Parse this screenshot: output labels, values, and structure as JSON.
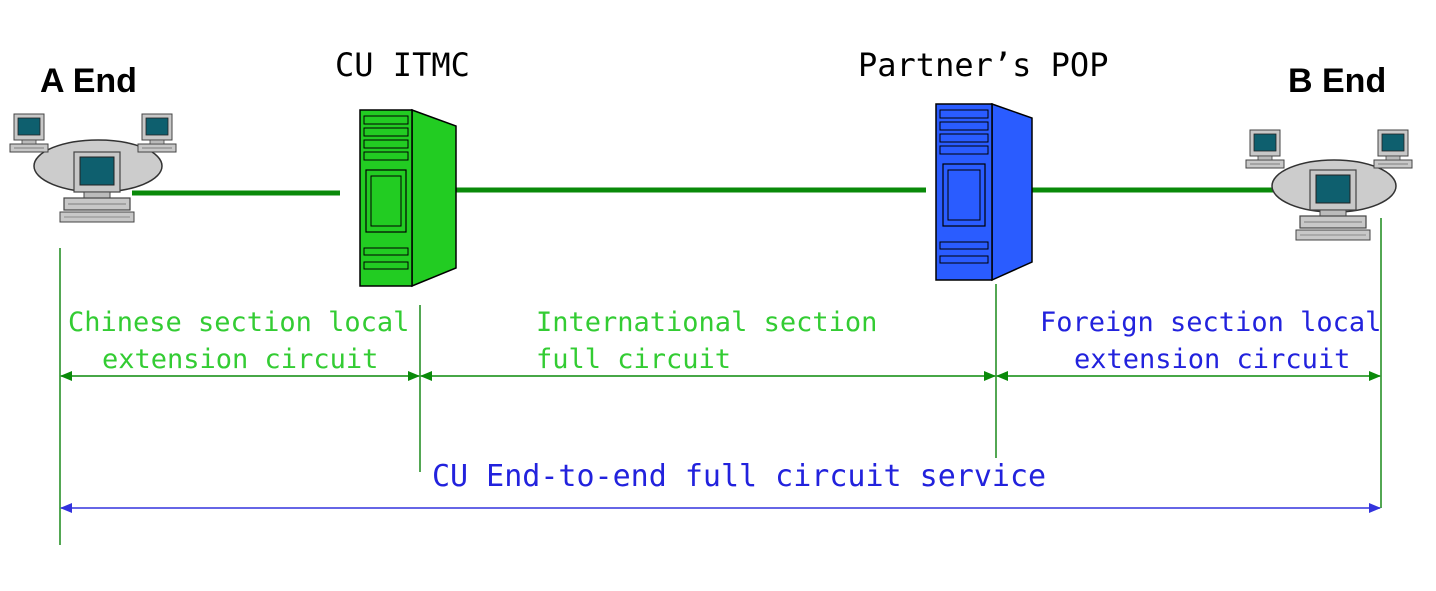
{
  "labels": {
    "a_end": "A End",
    "b_end": "B End",
    "cu_itmc": "CU ITMC",
    "partner_pop": "Partner’s POP"
  },
  "sections": {
    "chinese": {
      "line1": "Chinese section local",
      "line2": "extension circuit"
    },
    "international": {
      "line1": "International section",
      "line2": "full circuit"
    },
    "foreign": {
      "line1": "Foreign section local",
      "line2": "extension circuit"
    },
    "end_to_end": "CU End-to-end full circuit service"
  },
  "colors": {
    "green_line": "#0a8a0a",
    "green_text": "#33cc33",
    "blue_text": "#2222dd",
    "blue_line": "#3333dd",
    "server_green": "#22cc22",
    "server_blue": "#2a5cff",
    "lan_grey": "#cccccc",
    "monitor_screen": "#0e5f6e"
  },
  "icons": {
    "a_lan": "lan-computers-icon",
    "b_lan": "lan-computers-icon",
    "cu_server": "server-tower-icon",
    "pop_server": "server-tower-icon"
  }
}
